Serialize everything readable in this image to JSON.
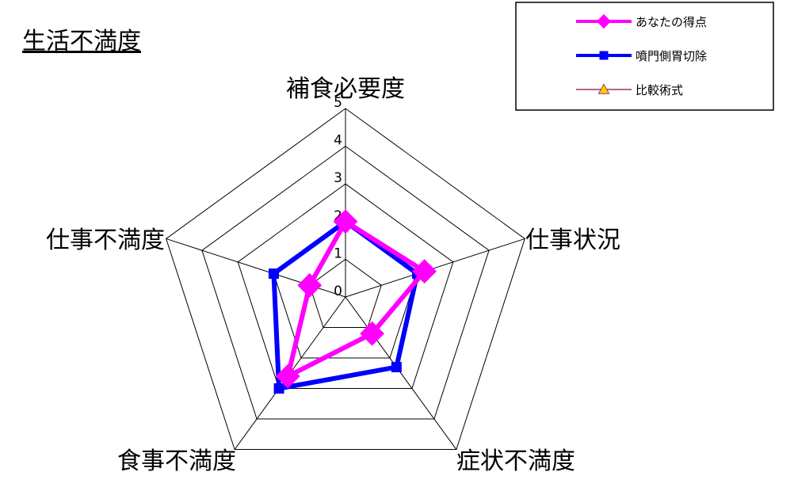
{
  "chart_data": {
    "type": "radar",
    "title": "生活不満度",
    "axes": [
      "補食必要度",
      "仕事状況",
      "症状不満度",
      "食事不満度",
      "仕事不満度"
    ],
    "range": [
      0,
      5
    ],
    "ticks": [
      "0",
      "1",
      "2",
      "3",
      "4",
      "5"
    ],
    "grid": true,
    "legend_position": "top-right",
    "series": [
      {
        "name": "あなたの得点",
        "values": [
          2,
          2.2,
          1.2,
          2.6,
          1
        ],
        "color": "#ff00ff",
        "marker": "diamond",
        "line": "thick"
      },
      {
        "name": "噴門側胃切除",
        "values": [
          2,
          2,
          2.3,
          3,
          2
        ],
        "color": "#0000ff",
        "marker": "square",
        "line": "thick"
      },
      {
        "name": "比較術式",
        "values": [],
        "color": "#993366",
        "marker": "triangle",
        "marker_fill": "#ffcc00",
        "line": "thin"
      }
    ]
  }
}
